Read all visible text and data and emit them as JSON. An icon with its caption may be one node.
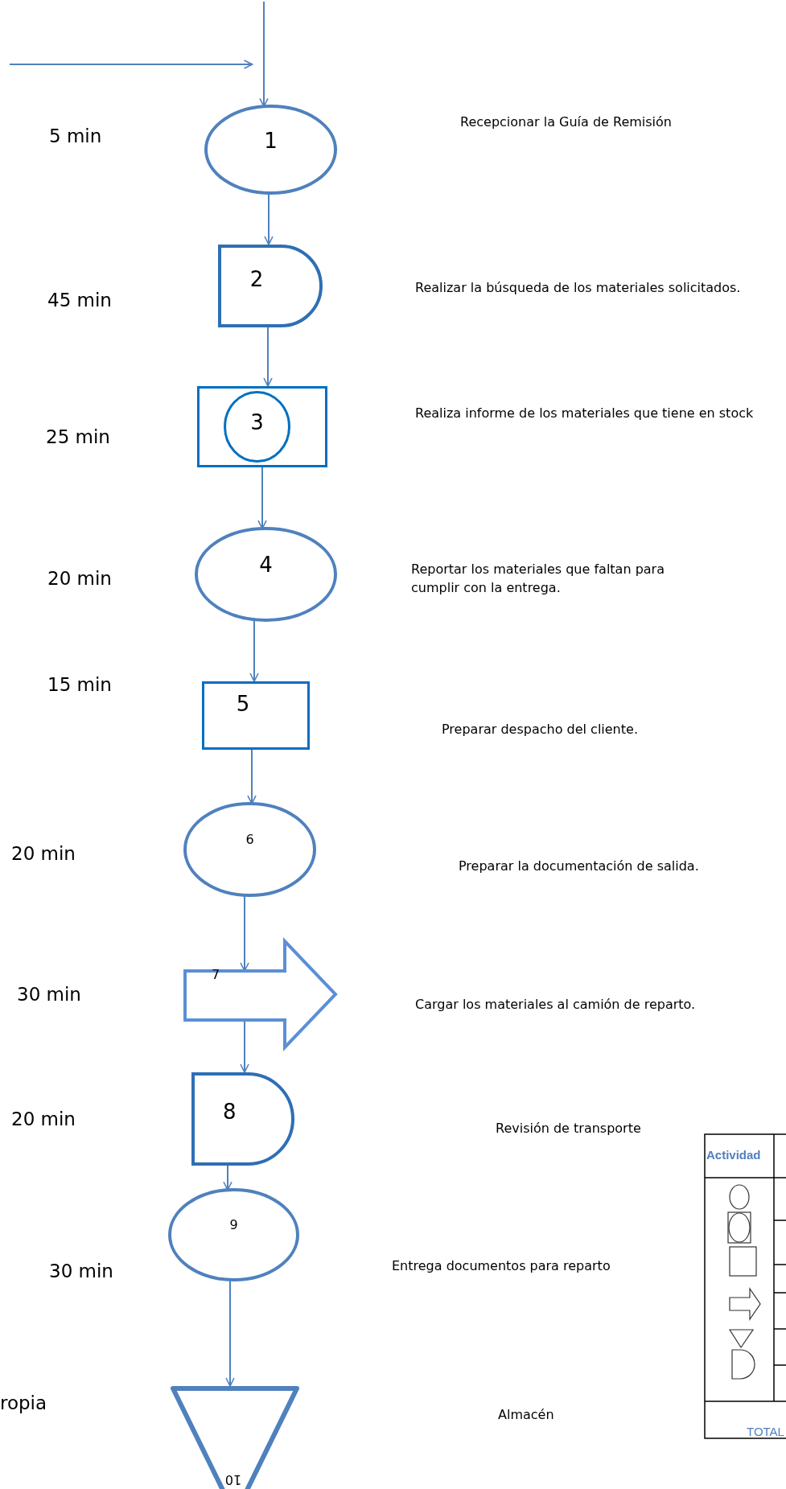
{
  "diagram": {
    "nodes": [
      {
        "text": [
          "1"
        ]
      },
      {
        "text": [
          "2"
        ]
      },
      {
        "text": [
          "3"
        ]
      },
      {
        "text": [
          "4"
        ]
      },
      {
        "text": [
          "5"
        ]
      },
      {
        "text": [
          "6"
        ]
      },
      {
        "text": [
          "7"
        ]
      },
      {
        "text": [
          "8"
        ]
      },
      {
        "text": [
          "9"
        ]
      },
      {
        "text": [
          "10"
        ]
      }
    ],
    "edges": [
      {
        "from": null,
        "to": 0,
        "arrow": "to"
      },
      {
        "from": null,
        "to": 0,
        "arrow": "to"
      },
      {
        "from": 0,
        "to": 1,
        "arrow": "to"
      },
      {
        "from": 1,
        "to": 2,
        "arrow": "to"
      },
      {
        "from": 2,
        "to": 3,
        "arrow": "to"
      },
      {
        "from": 3,
        "to": 4,
        "arrow": "to"
      },
      {
        "from": 4,
        "to": 5,
        "arrow": "to"
      },
      {
        "from": 5,
        "to": 6,
        "arrow": "to"
      },
      {
        "from": 6,
        "to": 7,
        "arrow": "to"
      },
      {
        "from": 7,
        "to": 8,
        "arrow": "to"
      },
      {
        "from": 8,
        "to": 9,
        "arrow": "to"
      }
    ],
    "labels": [
      "5 min",
      "Recepcionar la Guía de Remisión",
      "45 min",
      "Realizar la búsqueda de los materiales solicitados.",
      "25 min",
      "Realiza informe de los materiales que tiene en stock",
      "20 min",
      "Reportar los materiales que faltan para cumplir con la entrega.",
      "15 min",
      "Preparar despacho del cliente.",
      "20 min",
      "Preparar la documentación de salida.",
      "30 min",
      "Cargar los materiales al camión de reparto.",
      "20 min",
      "Revisión de transporte",
      "Actividad",
      "30 min",
      "Entrega documentos para reparto",
      "ropia",
      "Almacén",
      "TOTAL"
    ]
  }
}
